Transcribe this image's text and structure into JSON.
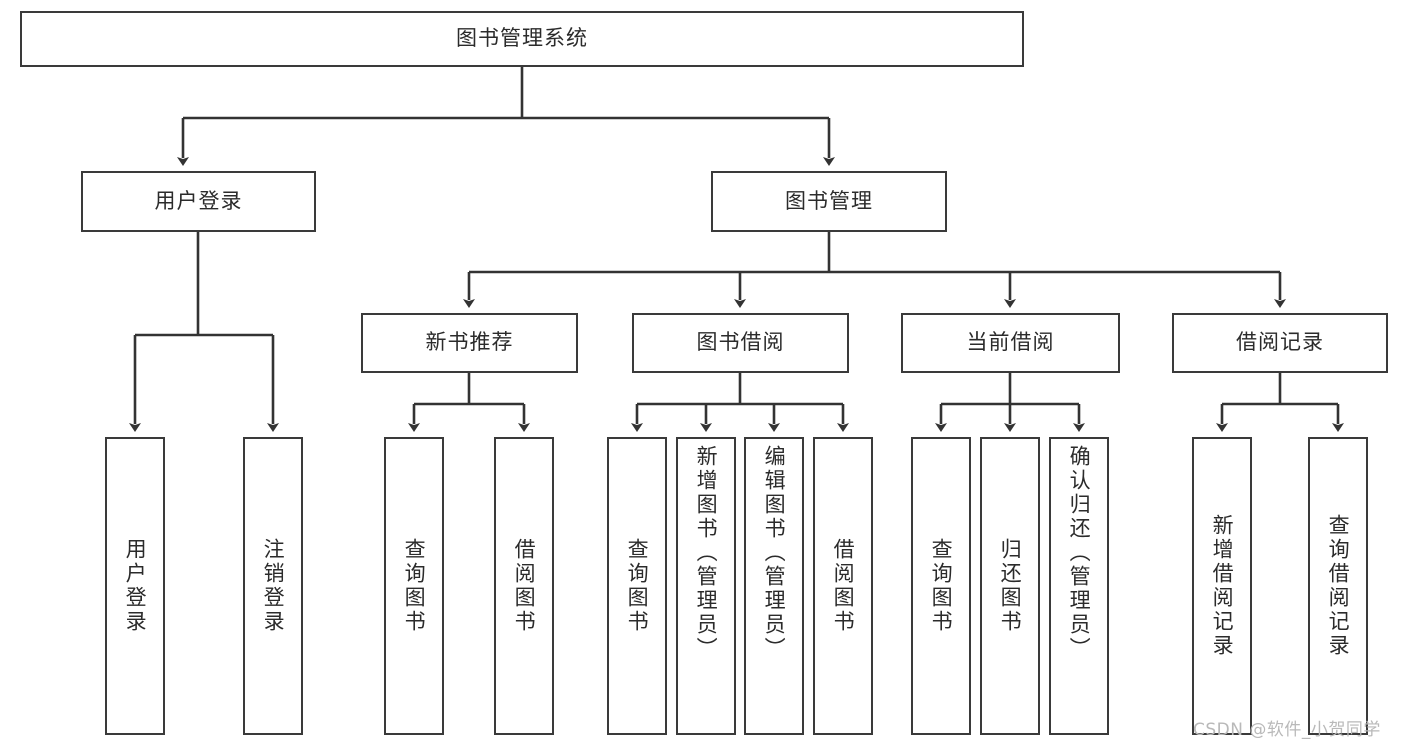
{
  "diagram": {
    "type": "tree-hierarchy",
    "title": "图书管理系统",
    "root": {
      "label": "图书管理系统"
    },
    "level2": [
      {
        "label": "用户登录"
      },
      {
        "label": "图书管理"
      }
    ],
    "level3": [
      {
        "label": "新书推荐"
      },
      {
        "label": "图书借阅"
      },
      {
        "label": "当前借阅"
      },
      {
        "label": "借阅记录"
      }
    ],
    "leaves": {
      "user_login": [
        {
          "label": "用户登录"
        },
        {
          "label": "注销登录"
        }
      ],
      "new_book_recommend": [
        {
          "label": "查询图书"
        },
        {
          "label": "借阅图书"
        }
      ],
      "book_borrow": [
        {
          "label": "查询图书"
        },
        {
          "label": "新增图书（管理员）"
        },
        {
          "label": "编辑图书（管理员）"
        },
        {
          "label": "借阅图书"
        }
      ],
      "current_borrow": [
        {
          "label": "查询图书"
        },
        {
          "label": "归还图书"
        },
        {
          "label": "确认归还（管理员）"
        }
      ],
      "borrow_record": [
        {
          "label": "新增借阅记录"
        },
        {
          "label": "查询借阅记录"
        }
      ]
    }
  },
  "watermark": {
    "text": "CSDN @软件_小贺同学"
  },
  "colors": {
    "box_border": "#3a3a3a",
    "box_fill": "#ffffff",
    "text": "#2b2b2b",
    "connector": "#333333",
    "watermark": "#b9b9b9",
    "background": "#ffffff"
  }
}
